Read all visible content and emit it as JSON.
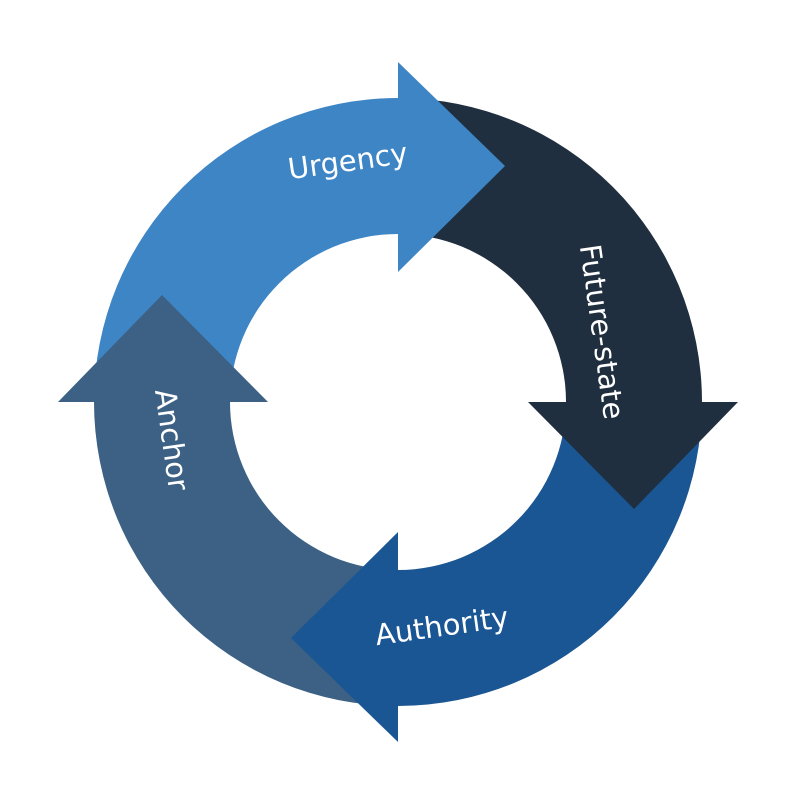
{
  "diagram": {
    "type": "circular-cycle",
    "direction": "clockwise",
    "steps": [
      {
        "id": "urgency",
        "label": "Urgency",
        "color": "#3E85C5",
        "position": "top",
        "points_to": "future-state"
      },
      {
        "id": "future-state",
        "label": "Future-state",
        "color": "#202F3F",
        "position": "right",
        "points_to": "authority"
      },
      {
        "id": "authority",
        "label": "Authority",
        "color": "#1A5693",
        "position": "bottom",
        "points_to": "anchor"
      },
      {
        "id": "anchor",
        "label": "Anchor",
        "color": "#3C6184",
        "position": "left",
        "points_to": "urgency"
      }
    ]
  }
}
